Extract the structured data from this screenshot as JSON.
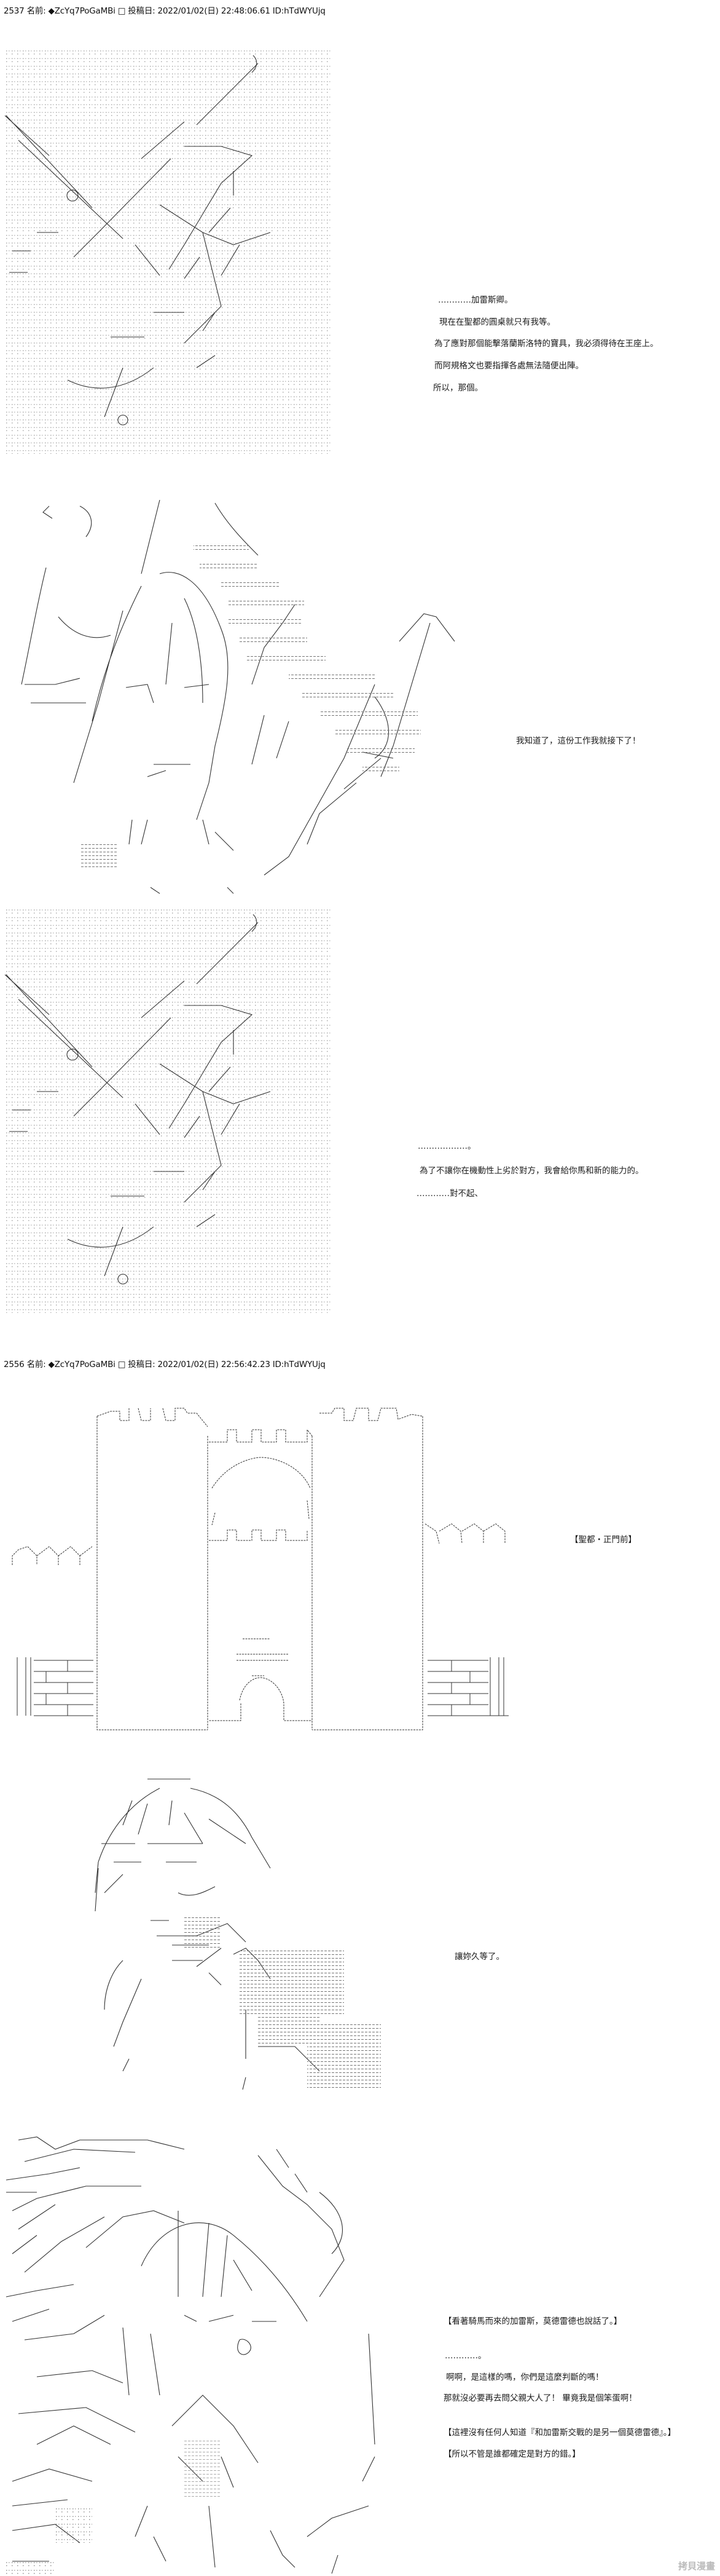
{
  "posts": [
    {
      "header": {
        "number": "2537",
        "name_label": "名前:",
        "trip": "◆ZcYq7PoGaMBi",
        "box": "□",
        "date_label": "投稿日:",
        "datetime": "2022/01/02(日) 22:48:06.61",
        "id": "ID:hTdWYUjq"
      },
      "dialogue_1": [
        "…………加雷斯卿。",
        "現在在聖都的圓桌就只有我等。",
        "為了應對那個能擊落蘭斯洛特的寶具，我必須得待在王座上。",
        "而阿規格文也要指揮各處無法隨便出陣。",
        "所以，那個。"
      ],
      "dialogue_2": [
        "我知道了，這份工作我就接下了！"
      ],
      "dialogue_3": [
        "………………。",
        "為了不讓你在機動性上劣於對方，我會給你馬和新的能力的。",
        "…………對不起、"
      ]
    },
    {
      "header": {
        "number": "2556",
        "name_label": "名前:",
        "trip": "◆ZcYq7PoGaMBi",
        "box": "□",
        "date_label": "投稿日:",
        "datetime": "2022/01/02(日) 22:56:42.23",
        "id": "ID:hTdWYUjq"
      },
      "location": "【聖都・正門前】",
      "dialogue_1": [
        "讓妳久等了。"
      ],
      "dialogue_2": [
        "【看著騎馬而來的加雷斯，莫德雷德也說話了。】",
        "…………。",
        "啊啊，是這樣的嗎，你們是這麼判斷的嗎！",
        "那就沒必要再去問父親大人了！ 畢竟我是個笨蛋啊！",
        "【這裡沒有任何人知道『和加雷斯交戰的是另一個莫德雷德』。】",
        "【所以不管是誰都確定是對方的錯。】"
      ]
    }
  ],
  "watermark": "拷貝漫畫"
}
